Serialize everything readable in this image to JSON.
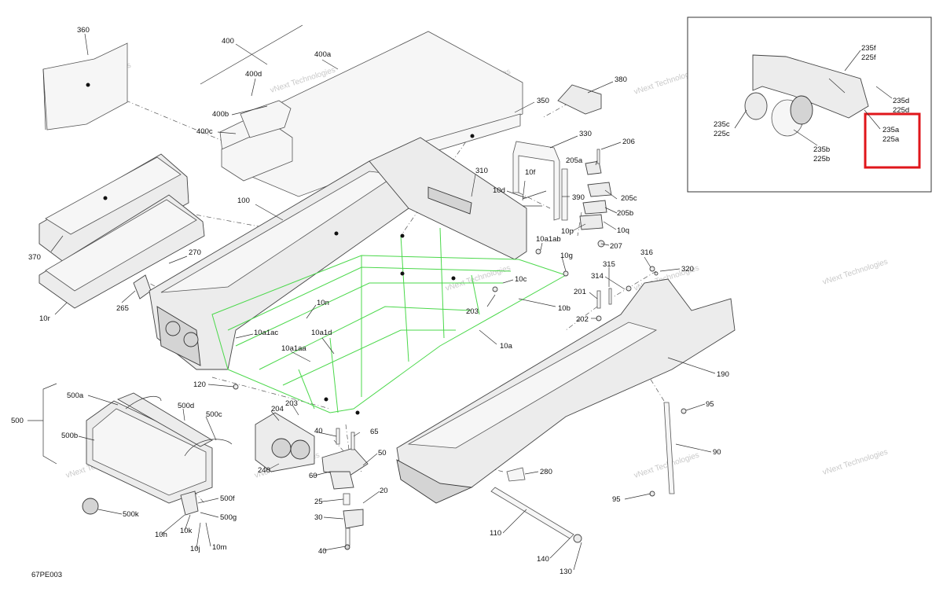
{
  "diagram_id": "67PE003",
  "watermark": "vNext Technologies",
  "labels": {
    "p360": "360",
    "p400": "400",
    "p400a": "400a",
    "p400d": "400d",
    "p400b": "400b",
    "p400c": "400c",
    "p380": "380",
    "p350": "350",
    "p330": "330",
    "p206": "206",
    "p205a": "205a",
    "p310": "310",
    "p10f": "10f",
    "p10d": "10d",
    "p390": "390",
    "p205c": "205c",
    "p205b": "205b",
    "p10p": "10p",
    "p10q": "10q",
    "p207": "207",
    "p10a1ab": "10a1ab",
    "p10g": "10g",
    "p100": "100",
    "p370": "370",
    "p270": "270",
    "p265": "265",
    "p10r": "10r",
    "p10n": "10n",
    "p10a1ac": "10a1ac",
    "p10a1d": "10a1d",
    "p10a1aa": "10a1aa",
    "p10c": "10c",
    "p203a": "203",
    "p10b": "10b",
    "p10a": "10a",
    "p316": "316",
    "p320": "320",
    "p315": "315",
    "p314": "314",
    "p201": "201",
    "p202": "202",
    "p190": "190",
    "p120": "120",
    "p500": "500",
    "p500a": "500a",
    "p500d": "500d",
    "p500c": "500c",
    "p500b": "500b",
    "p204": "204",
    "p203b": "203",
    "p40a": "40",
    "p65": "65",
    "p240": "240",
    "p60": "60",
    "p50": "50",
    "p25": "25",
    "p20": "20",
    "p30": "30",
    "p40b": "40",
    "p500f": "500f",
    "p500g": "500g",
    "p500k": "500k",
    "p10h": "10h",
    "p10k": "10k",
    "p10j": "10j",
    "p10m": "10m",
    "p280": "280",
    "p95a": "95",
    "p90": "90",
    "p95b": "95",
    "p110": "110",
    "p140": "140",
    "p130": "130",
    "p235f": "235f",
    "p225f": "225f",
    "p235d": "235d",
    "p225d": "225d",
    "p235c": "235c",
    "p225c": "225c",
    "p235a": "235a",
    "p225a": "225a",
    "p235b": "235b",
    "p225b": "225b"
  },
  "colors": {
    "highlight": "#e0161b",
    "green_part": "#4bd84b",
    "line": "#333333"
  }
}
